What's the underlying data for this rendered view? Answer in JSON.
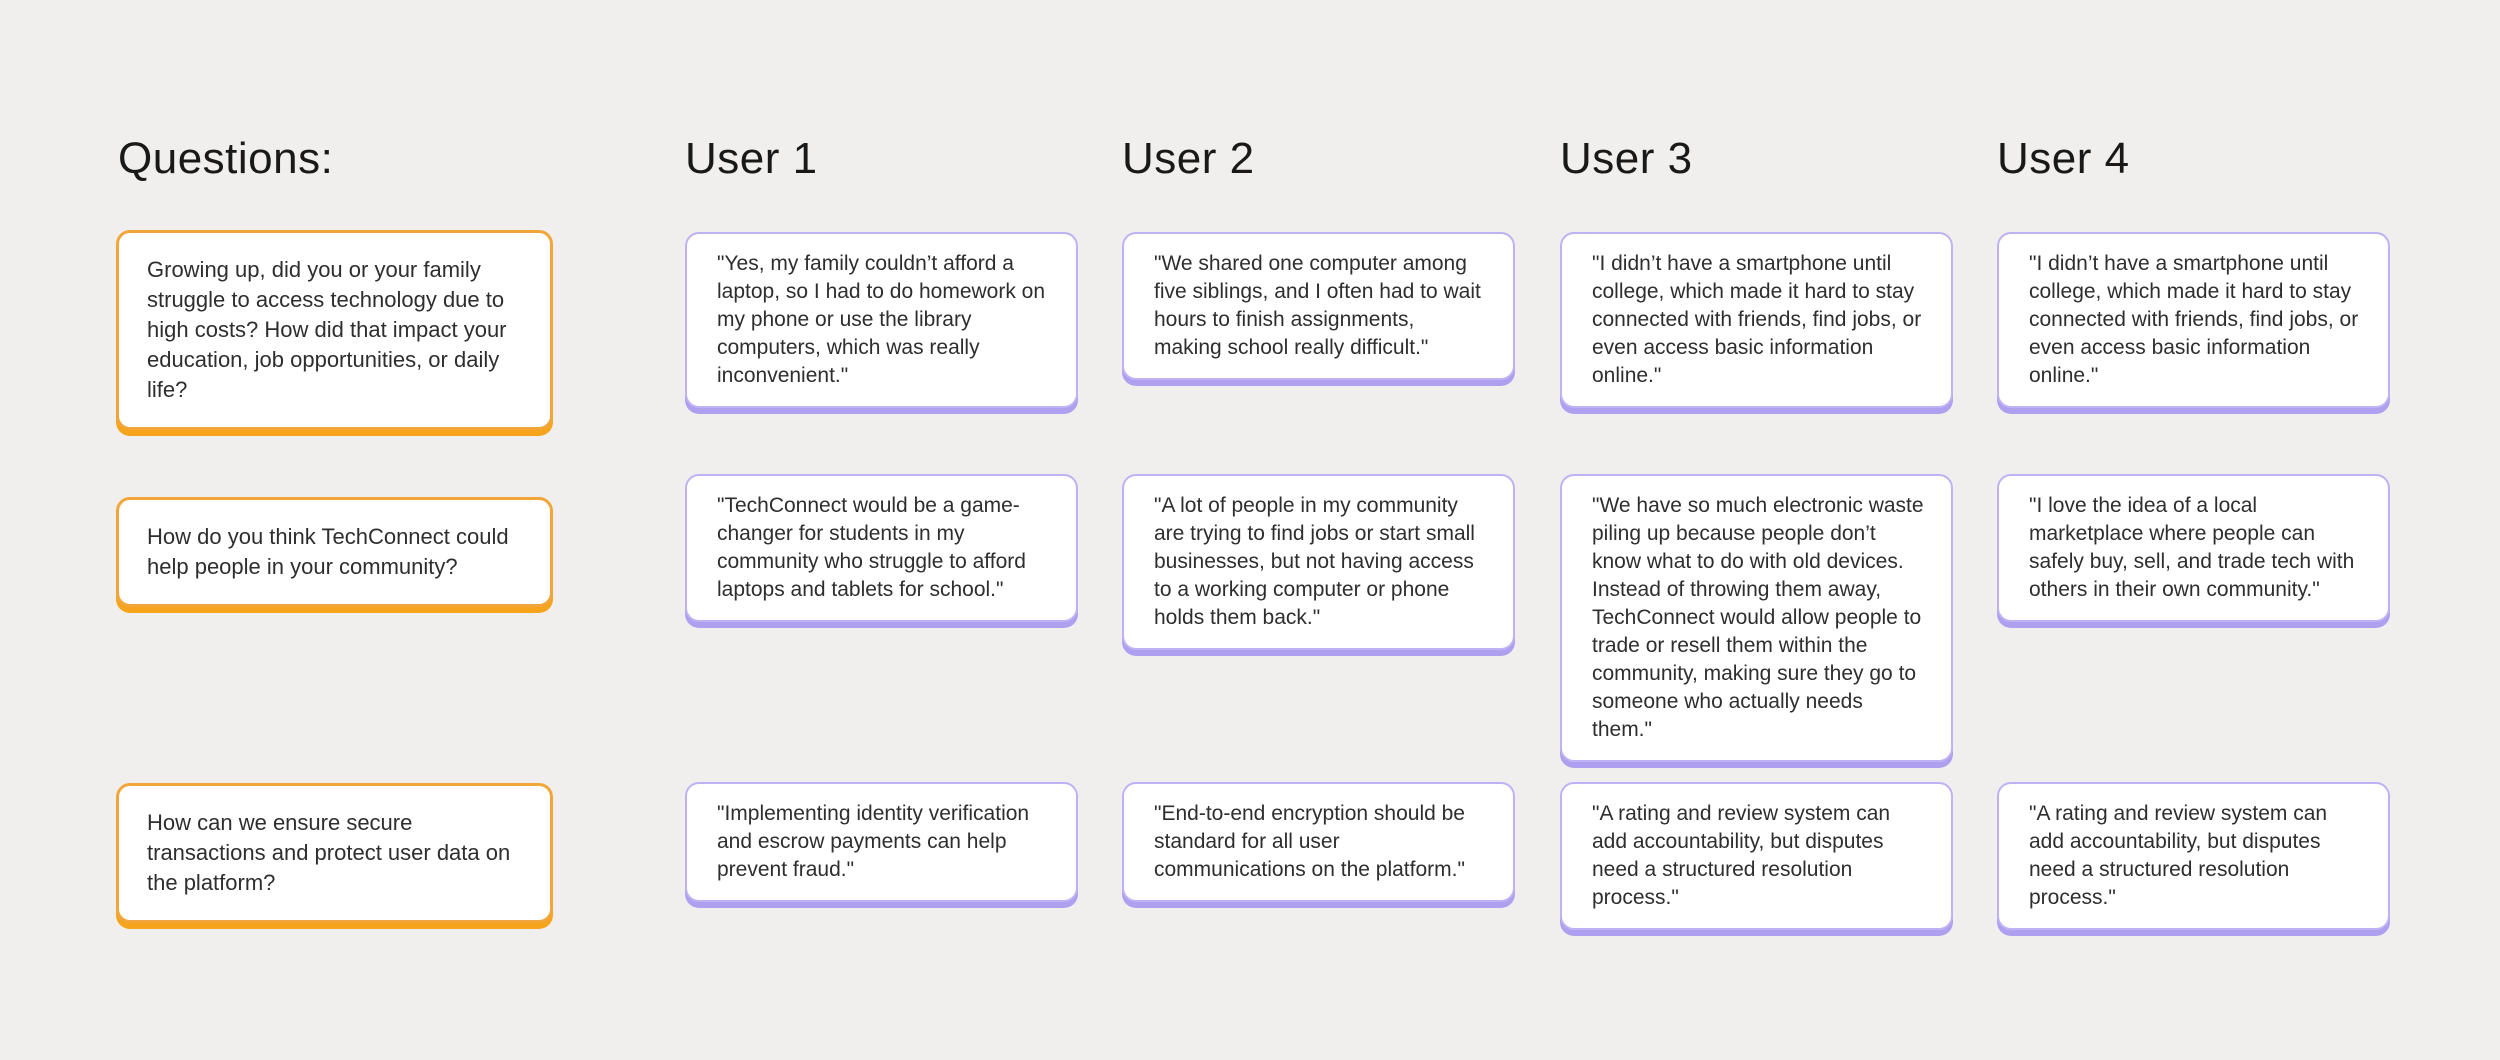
{
  "title": "Questions:",
  "users": [
    "User 1",
    "User 2",
    "User 3",
    "User 4"
  ],
  "rows": [
    {
      "question": "Growing up, did you or your family struggle to access technology due to high costs? How did that impact your education, job opportunities, or daily life?",
      "answers": [
        "\"Yes, my family couldn’t afford a laptop, so I had to do homework on my phone or use the library computers, which was really inconvenient.\"",
        "\"We shared one computer among five siblings, and I often had to wait hours to finish assignments, making school really difficult.\"",
        "\"I didn’t have a smartphone until college, which made it hard to stay connected with friends, find jobs, or even access basic information online.\"",
        "\"I didn’t have a smartphone until college, which made it hard to stay connected with friends, find jobs, or even access basic information online.\""
      ]
    },
    {
      "question": "How do you think TechConnect could help people in your community?",
      "answers": [
        "\"TechConnect would be a game-changer for students in my community who struggle to afford laptops and tablets for school.\"",
        "\"A lot of people in my community are trying to find jobs or start small businesses, but not having access to a working computer or phone holds them back.\"",
        "\"We have so much electronic waste piling up because people don’t know what to do with old devices. Instead of throwing them away, TechConnect would allow people to trade or resell them within the community, making sure they go to someone who actually needs them.\"",
        "\"I love the idea of a local marketplace where people can safely buy, sell, and trade tech with others in their own community.\""
      ]
    },
    {
      "question": "How can we ensure secure transactions and protect user data on the platform?",
      "answers": [
        "\"Implementing identity verification and escrow payments can help prevent fraud.\"",
        "\"End-to-end encryption should be standard for all user communications on the platform.\"",
        "\"A rating and review system can add accountability, but disputes need a structured resolution process.\"",
        "\"A rating and review system can add accountability, but disputes need a structured resolution process.\""
      ]
    }
  ],
  "colors": {
    "background": "#F0EFED",
    "card_background": "#FFFFFF",
    "question_border": "#F2A63A",
    "question_shadow": "#F5A41C",
    "answer_border": "#BFB2F4",
    "answer_shadow": "#AEA0EE",
    "text": "#2E2E2E",
    "heading_text": "#191919"
  }
}
